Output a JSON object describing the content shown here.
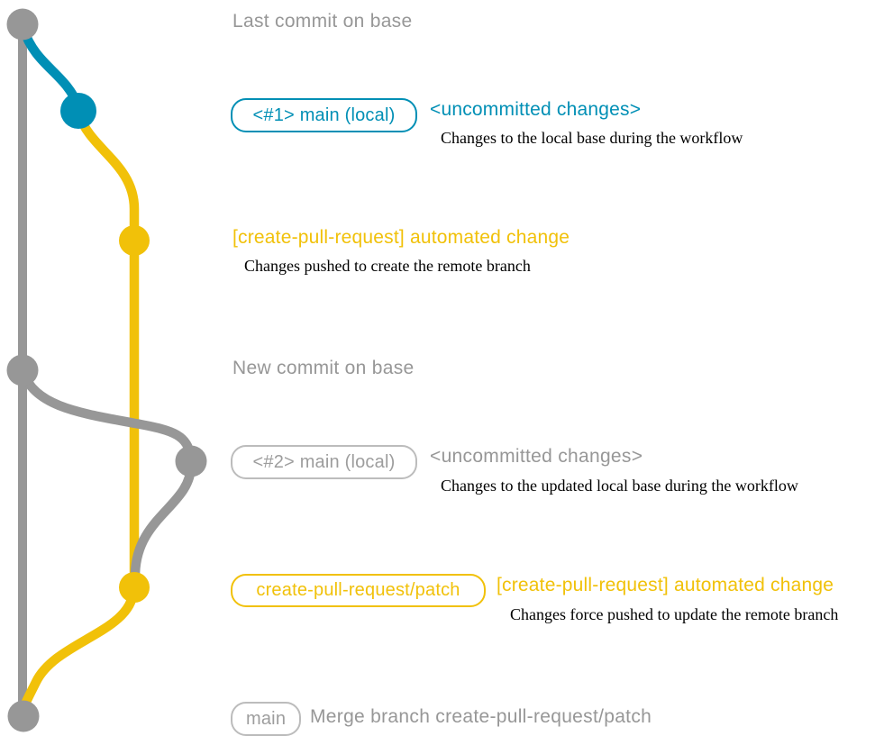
{
  "colors": {
    "base_gray": "#979797",
    "local_blue": "#008fb5",
    "branch_yellow": "#f1c109",
    "description_text": "#000000",
    "background": "#ffffff"
  },
  "graph": {
    "commits": [
      "last-commit-on-base",
      "local-main-1-uncommitted",
      "remote-branch-created",
      "new-commit-on-base",
      "local-main-2-uncommitted",
      "remote-branch-force-updated",
      "merge-commit"
    ]
  },
  "annotations": {
    "last_commit": {
      "label": "Last commit on base"
    },
    "local1": {
      "badge": "<#1> main (local)",
      "status": "<uncommitted changes>",
      "description": "Changes to the local base during the workflow"
    },
    "push1": {
      "label": "[create-pull-request] automated change",
      "description": "Changes pushed to create the remote branch"
    },
    "new_commit": {
      "label": "New commit on base"
    },
    "local2": {
      "badge": "<#2> main (local)",
      "status": "<uncommitted changes>",
      "description": "Changes to the updated local base during the workflow"
    },
    "push2": {
      "badge": "create-pull-request/patch",
      "label": "[create-pull-request] automated change",
      "description": "Changes force pushed to update the remote branch"
    },
    "merge": {
      "badge": "main",
      "label": "Merge branch create-pull-request/patch"
    }
  }
}
